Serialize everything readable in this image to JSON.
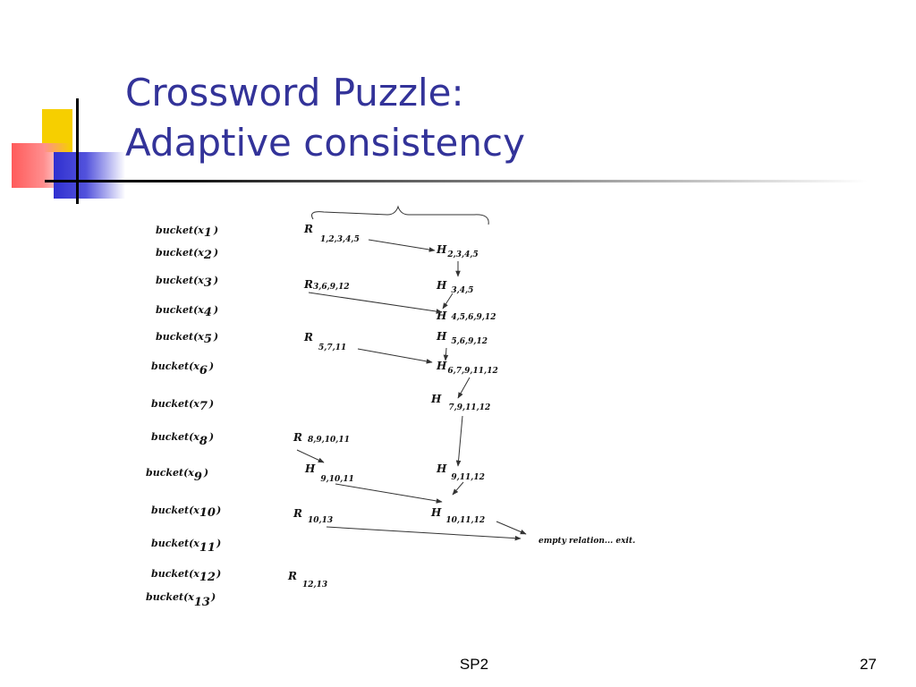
{
  "slide": {
    "title_line1": "Crossword Puzzle:",
    "title_line2": "Adaptive consistency",
    "footer_center": "SP2",
    "page_number": "27"
  },
  "diagram": {
    "buckets": [
      {
        "name": "bucket(x",
        "sub": "1",
        "close": ")"
      },
      {
        "name": "bucket(x",
        "sub": "2",
        "close": ")"
      },
      {
        "name": "bucket(x",
        "sub": "3",
        "close": ")"
      },
      {
        "name": "bucket(x",
        "sub": "4",
        "close": ")"
      },
      {
        "name": "bucket(x",
        "sub": "5",
        "close": ")"
      },
      {
        "name": "bucket(x",
        "sub": "6",
        "close": ")"
      },
      {
        "name": "bucket(x",
        "sub": "7",
        "close": ")"
      },
      {
        "name": "bucket(x",
        "sub": "8",
        "close": ")"
      },
      {
        "name": "bucket(x",
        "sub": "9",
        "close": ")"
      },
      {
        "name": "bucket(x",
        "sub": "10",
        "close": ")"
      },
      {
        "name": "bucket(x",
        "sub": "11",
        "close": ")"
      },
      {
        "name": "bucket(x",
        "sub": "12",
        "close": ")"
      },
      {
        "name": "bucket(x",
        "sub": "13",
        "close": ")"
      }
    ],
    "relations": [
      {
        "symbol": "R",
        "sub": "1,2,3,4,5"
      },
      {
        "symbol": "R",
        "sub": "3,6,9,12"
      },
      {
        "symbol": "R",
        "sub": "5,7,11"
      },
      {
        "symbol": "R",
        "sub": "8,9,10,11"
      },
      {
        "symbol": "H",
        "sub": "9,10,11"
      },
      {
        "symbol": "R",
        "sub": "10,13"
      },
      {
        "symbol": "R",
        "sub": "12,13"
      }
    ],
    "messages": [
      {
        "symbol": "H",
        "sub": "2,3,4,5"
      },
      {
        "symbol": "H",
        "sub": "3,4,5"
      },
      {
        "symbol": "H",
        "sub": "4,5,6,9,12"
      },
      {
        "symbol": "H",
        "sub": "5,6,9,12"
      },
      {
        "symbol": "H",
        "sub": "6,7,9,11,12"
      },
      {
        "symbol": "H",
        "sub": "7,9,11,12"
      },
      {
        "symbol": "H",
        "sub": "9,11,12"
      },
      {
        "symbol": "H",
        "sub": "10,11,12"
      }
    ],
    "result_text": "empty  relation... exit."
  }
}
